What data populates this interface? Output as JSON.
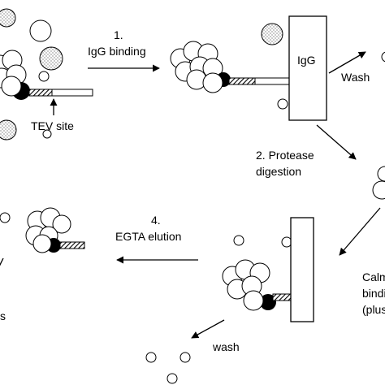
{
  "steps": {
    "step1_number": "1.",
    "step1_label": "IgG binding",
    "tev_label": "TEV site",
    "igg_label": "IgG",
    "wash_upper": "Wash",
    "step2_label_line1": "2.  Protease",
    "step2_label_line2": "digestion",
    "calmodulin_line1": "Calmo",
    "calmodulin_line2": "bindi",
    "calmodulin_line3": "(plus",
    "wash_lower": "wash",
    "step4_number": "4.",
    "step4_label": "EGTA  elution",
    "partial_left": "s"
  },
  "icons": {
    "arrow": "arrow-icon",
    "protein_complex": "protein-complex-icon",
    "contaminant": "contaminant-particle-icon",
    "resin_column": "resin-column-icon",
    "tag": "affinity-tag-icon"
  },
  "colors": {
    "stroke": "#000000",
    "fill": "#ffffff",
    "bait": "#000000"
  }
}
